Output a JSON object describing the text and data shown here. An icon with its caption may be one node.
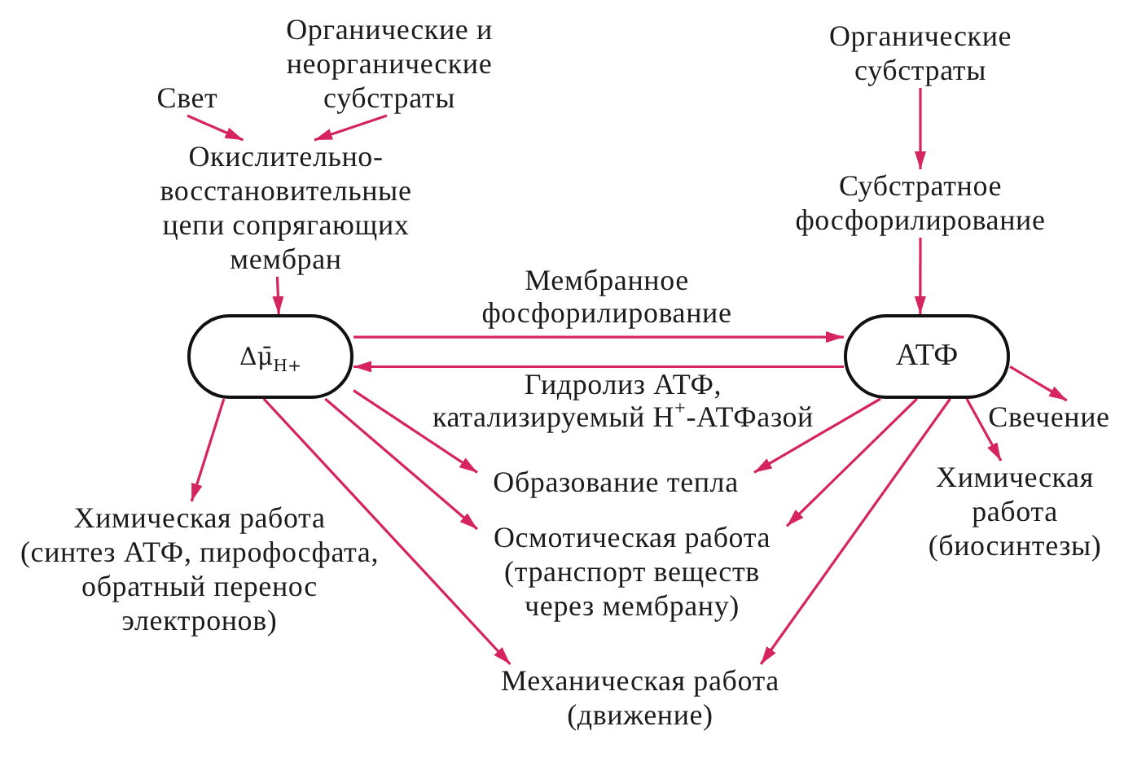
{
  "diagram": {
    "nodes": [
      {
        "text": [
          "Органические и неорганические субстраты"
        ]
      },
      {
        "text": [
          "Свет"
        ]
      },
      {
        "text": [
          "Окислительно-восстановительные цепи сопрягающих мембран"
        ]
      },
      {
        "text": [
          "Δμ̄$_{H+}$"
        ]
      },
      {
        "text": [
          "Органические субстраты"
        ]
      },
      {
        "text": [
          "Субстратное фосфорилирование"
        ]
      },
      {
        "text": [
          "АТФ"
        ]
      },
      {
        "text": [
          "Химическая работа (синтез АТФ, пирофосфата, обратный перенос электронов)"
        ]
      },
      {
        "text": [
          "Образование тепла"
        ]
      },
      {
        "text": [
          "Осмотическая работа (транспорт веществ через мембрану)"
        ]
      },
      {
        "text": [
          "Механическая работа (движение)"
        ]
      },
      {
        "text": [
          "Свечение"
        ]
      },
      {
        "text": [
          "Химическая работа (биосинтезы)"
        ]
      }
    ],
    "edges": [
      {
        "from": 1,
        "to": 2,
        "arrow": "to"
      },
      {
        "from": 0,
        "to": 2,
        "arrow": "to"
      },
      {
        "from": 2,
        "to": 3,
        "arrow": "to"
      },
      {
        "from": 4,
        "to": 5,
        "arrow": "to"
      },
      {
        "from": 5,
        "to": 6,
        "arrow": "to"
      },
      {
        "from": 3,
        "to": 6,
        "arrow": "to",
        "label": "Мембранное фосфорилирование"
      },
      {
        "from": 6,
        "to": 3,
        "arrow": "to",
        "label": "Гидролиз АТФ, катализируемый H$^{+}$-АТФазой"
      },
      {
        "from": 3,
        "to": 7,
        "arrow": "to"
      },
      {
        "from": 3,
        "to": 8,
        "arrow": "to"
      },
      {
        "from": 3,
        "to": 9,
        "arrow": "to"
      },
      {
        "from": 3,
        "to": 10,
        "arrow": "to"
      },
      {
        "from": 6,
        "to": 8,
        "arrow": "to"
      },
      {
        "from": 6,
        "to": 9,
        "arrow": "to"
      },
      {
        "from": 6,
        "to": 10,
        "arrow": "to"
      },
      {
        "from": 6,
        "to": 11,
        "arrow": "to"
      },
      {
        "from": 6,
        "to": 12,
        "arrow": "to"
      }
    ]
  }
}
